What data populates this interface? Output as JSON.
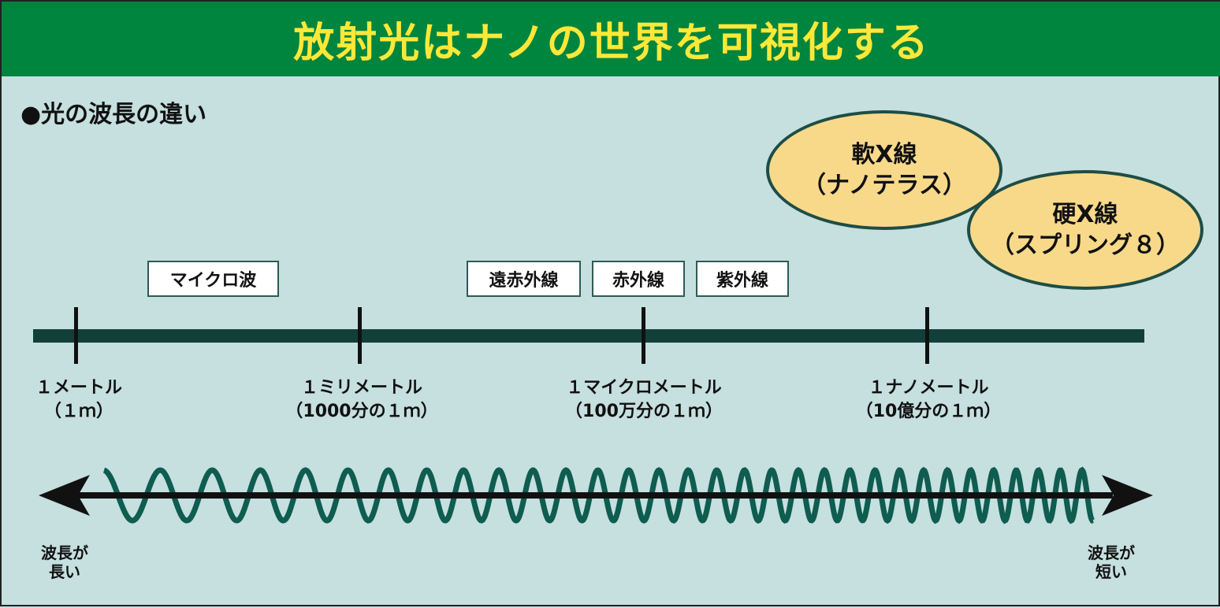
{
  "title": "放射光はナノの世界を可視化する",
  "subtitle": "●光の波長の違い",
  "bands": [
    "マイクロ波",
    "遠赤外線",
    "赤外線",
    "紫外線"
  ],
  "soft_xray": {
    "line1": "軟X線",
    "line2": "（ナノテラス）"
  },
  "hard_xray": {
    "line1": "硬X線",
    "line2": "（スプリング８）"
  },
  "ticks": [
    {
      "name": "１メートル",
      "sub": "（１ｍ）"
    },
    {
      "name": "１ミリメートル",
      "sub": "（1000分の１ｍ）"
    },
    {
      "name": "１マイクロメートル",
      "sub": "（100万分の１ｍ）"
    },
    {
      "name": "１ナノメートル",
      "sub": "（10億分の１ｍ）"
    }
  ],
  "left_label": {
    "line1": "波長が",
    "line2": "長い"
  },
  "right_label": {
    "line1": "波長が",
    "line2": "短い"
  },
  "colors": {
    "header": "#00853e",
    "title": "#ffe838",
    "background": "#c6dfdf",
    "wave": "#0f5c50",
    "axis": "#123f3a",
    "oval": "#f8d98a"
  }
}
